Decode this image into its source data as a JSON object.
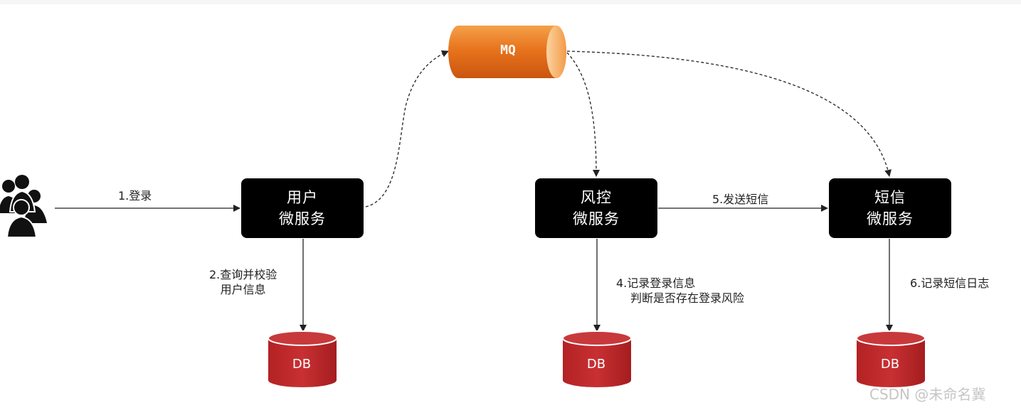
{
  "nodes": {
    "user_service": {
      "line1": "用户",
      "line2": "微服务"
    },
    "risk_service": {
      "line1": "风控",
      "line2": "微服务"
    },
    "sms_service": {
      "line1": "短信",
      "line2": "微服务"
    },
    "mq": {
      "label": "MQ"
    },
    "db": {
      "label": "DB"
    }
  },
  "edges": {
    "login": "1.登录",
    "query_verify": {
      "line1": "2.查询并校验",
      "line2": "用户信息"
    },
    "record_login": {
      "line1": "4.记录登录信息",
      "line2": "判断是否存在登录风险"
    },
    "send_sms": "5.发送短信",
    "record_sms": "6.记录短信日志"
  },
  "watermark": "CSDN @未命名冀",
  "colors": {
    "box": "#000000",
    "mq": "#e8741d",
    "db": "#c0282a",
    "arrow": "#222222"
  }
}
